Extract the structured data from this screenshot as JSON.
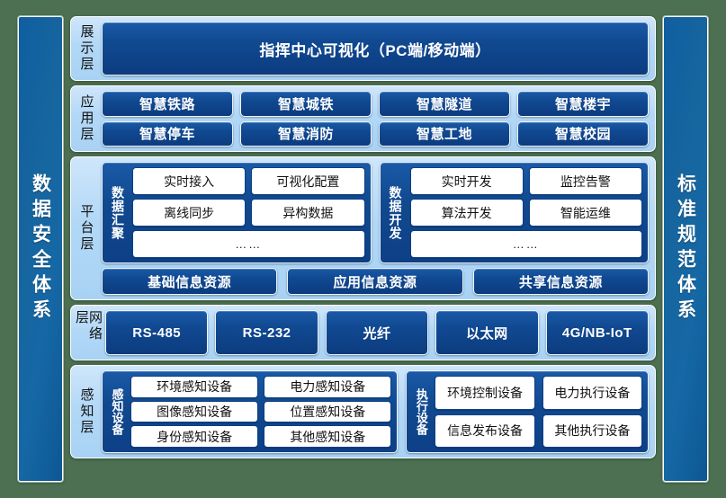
{
  "diagram": {
    "background_color": "#4c7051",
    "accent_dark_blue": "#0e4288",
    "accent_light_blue": "#a8d2f4",
    "pillar_blue": "#15629f"
  },
  "left_pillar": {
    "label": "数据安全体系"
  },
  "right_pillar": {
    "label": "标准规范体系"
  },
  "layers": {
    "display": {
      "label": "展示层",
      "items": [
        "指挥中心可视化（PC端/移动端）"
      ]
    },
    "application": {
      "label": "应用层",
      "items": [
        "智慧铁路",
        "智慧城铁",
        "智慧隧道",
        "智慧楼宇",
        "智慧停车",
        "智慧消防",
        "智慧工地",
        "智慧校园"
      ]
    },
    "platform": {
      "label": "平台层",
      "groups": [
        {
          "title": "数据汇聚",
          "items": [
            "实时接入",
            "可视化配置",
            "离线同步",
            "异构数据"
          ],
          "more": "……"
        },
        {
          "title": "数据开发",
          "items": [
            "实时开发",
            "监控告警",
            "算法开发",
            "智能运维"
          ],
          "more": "……"
        }
      ],
      "resources": [
        "基础信息资源",
        "应用信息资源",
        "共享信息资源"
      ]
    },
    "network": {
      "label": "网络层",
      "items": [
        "RS-485",
        "RS-232",
        "光纤",
        "以太网",
        "4G/NB-IoT"
      ]
    },
    "sensing": {
      "label": "感知层",
      "groups": [
        {
          "title": "感知设备",
          "items": [
            "环境感知设备",
            "电力感知设备",
            "图像感知设备",
            "位置感知设备",
            "身份感知设备",
            "其他感知设备"
          ]
        },
        {
          "title": "执行设备",
          "items": [
            "环境控制设备",
            "电力执行设备",
            "信息发布设备",
            "其他执行设备"
          ]
        }
      ]
    }
  }
}
